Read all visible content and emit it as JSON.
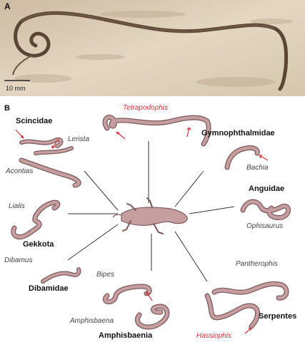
{
  "panel_a": {
    "label": "A",
    "scale_bar": "10 mm"
  },
  "panel_b": {
    "label": "B",
    "center": "lizard",
    "groups": [
      {
        "key": "scincidae",
        "name": "Scincidae"
      },
      {
        "key": "gymnophthalmidae",
        "name": "Gymnophthalmidae"
      },
      {
        "key": "anguidae",
        "name": "Anguidae"
      },
      {
        "key": "gekkota",
        "name": "Gekkota"
      },
      {
        "key": "dibamidae",
        "name": "Dibamidae"
      },
      {
        "key": "amphisbaenia",
        "name": "Amphisbaenia"
      },
      {
        "key": "serpentes",
        "name": "Serpentes"
      }
    ],
    "taxa": {
      "tetrapodophis": "Tetrapodophis",
      "lerista": "Lerista",
      "acontias": "Acontias",
      "bachia": "Bachia",
      "ophisaurus": "Ophisaurus",
      "lialis": "Lialis",
      "dibamus": "Dibamus",
      "bipes": "Bipes",
      "amphisbaena": "Amphisbaena",
      "pantherophis": "Pantherophis",
      "hassiophis": "Hassiophis"
    },
    "colors": {
      "fossil_taxon": "#c8343c",
      "body_fill": "#c79e9f",
      "body_outline": "#7a5a5c",
      "limb_arrow": "#d2323a"
    }
  }
}
